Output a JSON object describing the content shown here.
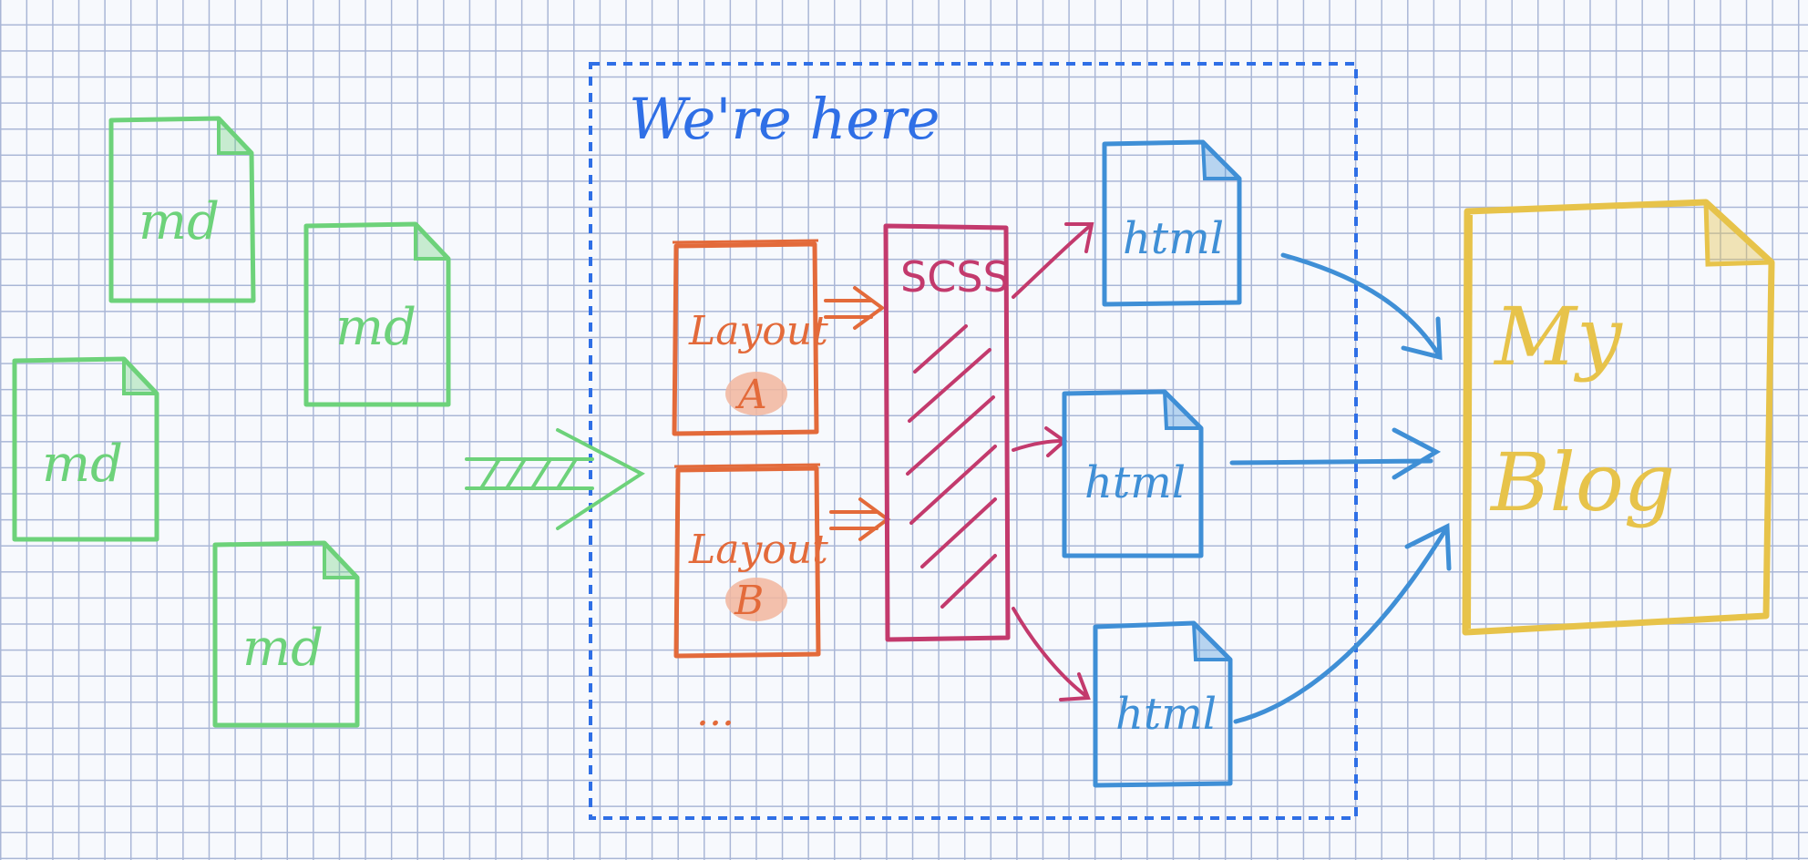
{
  "diagram": {
    "container_label": "We're here",
    "sources": [
      {
        "label": "md"
      },
      {
        "label": "md"
      },
      {
        "label": "md"
      },
      {
        "label": "md"
      }
    ],
    "layouts": [
      {
        "label": "Layout",
        "sub": "A"
      },
      {
        "label": "Layout",
        "sub": "B"
      }
    ],
    "layouts_more": "...",
    "stylesheet": {
      "label": "SCSS"
    },
    "outputs": [
      {
        "label": "html"
      },
      {
        "label": "html"
      },
      {
        "label": "html"
      }
    ],
    "result": {
      "line1": "My",
      "line2": "Blog"
    }
  },
  "colors": {
    "md": "#6dd27a",
    "layout": "#e36a3a",
    "layout_badge": "#f2b69e",
    "scss": "#c33a6d",
    "html": "#3f8fd6",
    "blog": "#e7c34a",
    "container": "#2f6fe6",
    "grid": "#a9b6d6"
  }
}
